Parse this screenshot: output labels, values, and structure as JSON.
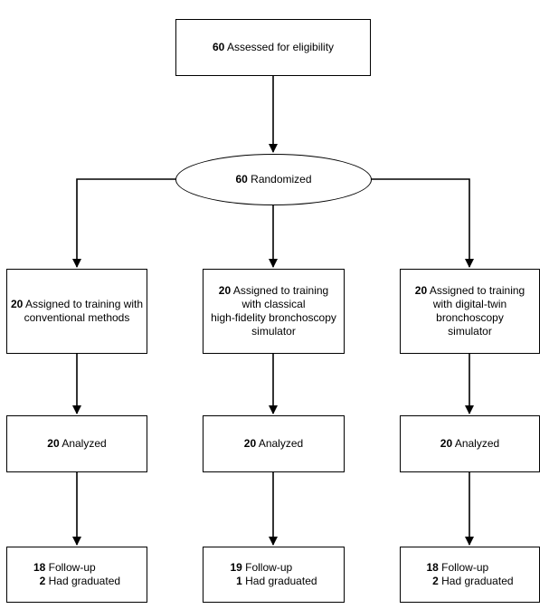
{
  "eligibility": {
    "count": "60",
    "text": "Assessed for eligibility"
  },
  "randomized": {
    "count": "60",
    "text": "Randomized"
  },
  "arms": [
    {
      "assigned": {
        "count": "20",
        "line1": "Assigned to training with",
        "line2": "conventional methods",
        "line3": "",
        "line4": ""
      },
      "analyzed": {
        "count": "20",
        "text": "Analyzed"
      },
      "followup": {
        "count": "18",
        "text": "Follow-up",
        "graduated_count": "2",
        "graduated_text": "Had graduated"
      }
    },
    {
      "assigned": {
        "count": "20",
        "line1": "Assigned to training",
        "line2": "with classical",
        "line3": "high-fidelity bronchoscopy",
        "line4": "simulator"
      },
      "analyzed": {
        "count": "20",
        "text": "Analyzed"
      },
      "followup": {
        "count": "19",
        "text": "Follow-up",
        "graduated_count": "1",
        "graduated_text": "Had graduated"
      }
    },
    {
      "assigned": {
        "count": "20",
        "line1": "Assigned to training",
        "line2": "with digital-twin",
        "line3": "bronchoscopy",
        "line4": "simulator"
      },
      "analyzed": {
        "count": "20",
        "text": "Analyzed"
      },
      "followup": {
        "count": "18",
        "text": "Follow-up",
        "graduated_count": "2",
        "graduated_text": "Had graduated"
      }
    }
  ]
}
